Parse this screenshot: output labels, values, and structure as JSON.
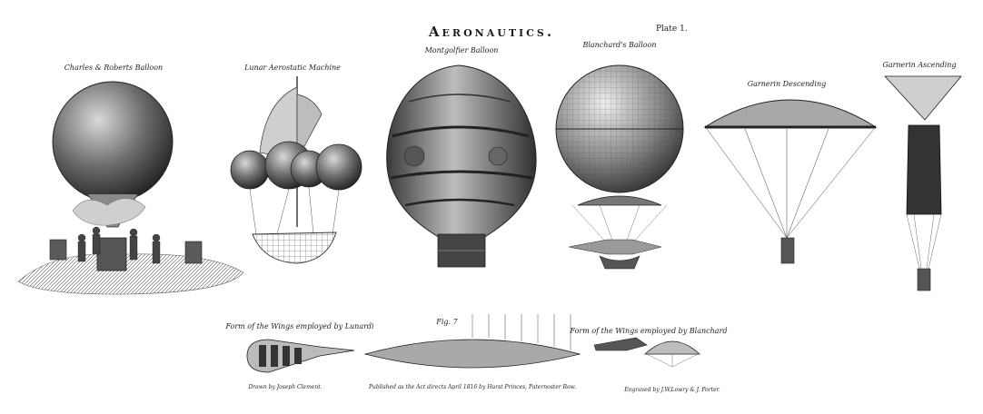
{
  "plate": {
    "title": "Aeronautics.",
    "plate_number": "Plate 1."
  },
  "figures": {
    "charles_robert": "Charles & Roberts Balloon",
    "lunardi": "Lunar Aerostatic Machine",
    "montgolfier": "Montgolfier Balloon",
    "blanchard": "Blanchard's Balloon",
    "garnerin_descending": "Garnerin Descending",
    "garnerin_ascending": "Garnerin Ascending"
  },
  "lower_figures": {
    "wings_lunardi": "Form of the Wings employed by Lunardi",
    "fig_7": "Fig. 7",
    "wings_blanchard": "Form of the Wings employed by Blanchard"
  },
  "credits": {
    "drawn_by": "Drawn by Joseph Clement.",
    "published": "Published as the Act directs April 1816 by Hurst Princes, Paternoster Row.",
    "engraved_by": "Engraved by J.W.Lowry & J. Porter."
  }
}
